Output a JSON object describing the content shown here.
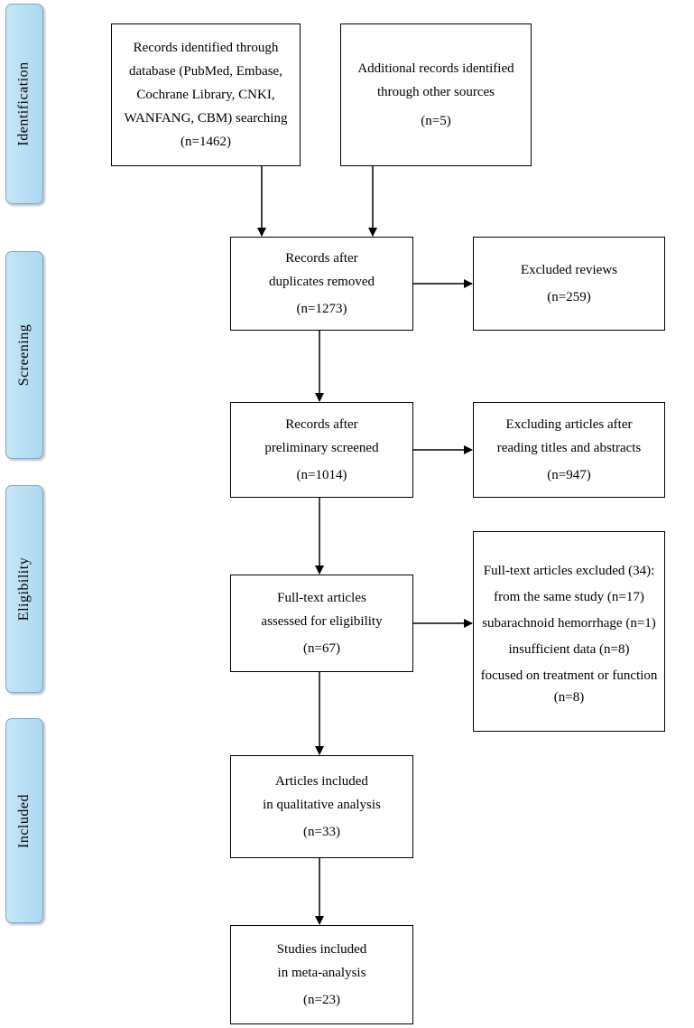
{
  "phases": {
    "identification": "Identification",
    "screening": "Screening",
    "eligibility": "Eligibility",
    "included": "Included"
  },
  "boxes": {
    "database": {
      "lines": [
        "Records identified through",
        "database (PubMed, Embase,",
        "Cochrane Library, CNKI,",
        "WANFANG, CBM) searching"
      ],
      "count": "(n=1462)"
    },
    "other_sources": {
      "lines": [
        "Additional records identified",
        "through other sources"
      ],
      "count": "(n=5)"
    },
    "duplicates_removed": {
      "lines": [
        "Records after",
        "duplicates removed"
      ],
      "count": "(n=1273)"
    },
    "excluded_reviews": {
      "lines": [
        "Excluded reviews"
      ],
      "count": "(n=259)"
    },
    "preliminary_screened": {
      "lines": [
        "Records after",
        "preliminary screened"
      ],
      "count": "(n=1014)"
    },
    "excluded_titles_abstracts": {
      "lines": [
        "Excluding articles after",
        "reading titles and abstracts"
      ],
      "count": "(n=947)"
    },
    "full_text_assessed": {
      "lines": [
        "Full-text articles",
        "assessed for eligibility"
      ],
      "count": "(n=67)"
    },
    "full_text_excluded": {
      "lines": [
        "Full-text articles excluded (34):",
        "from the same study (n=17)",
        "subarachnoid hemorrhage (n=1)",
        "insufficient data (n=8)",
        "focused on treatment or function"
      ],
      "count": "(n=8)"
    },
    "qualitative": {
      "lines": [
        "Articles included",
        "in qualitative analysis"
      ],
      "count": "(n=33)"
    },
    "meta_analysis": {
      "lines": [
        "Studies included",
        "in meta-analysis"
      ],
      "count": "(n=23)"
    }
  }
}
